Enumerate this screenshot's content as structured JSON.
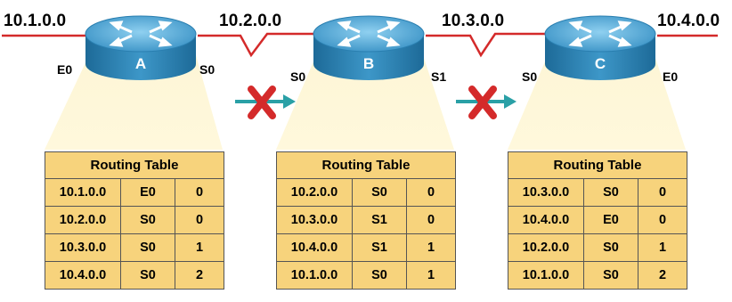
{
  "networks": [
    "10.1.0.0",
    "10.2.0.0",
    "10.3.0.0",
    "10.4.0.0"
  ],
  "routers": [
    {
      "name": "A",
      "left_interface": "E0",
      "right_interface": "S0",
      "table": {
        "title": "Routing Table",
        "rows": [
          {
            "net": "10.1.0.0",
            "iface": "E0",
            "hops": "0"
          },
          {
            "net": "10.2.0.0",
            "iface": "S0",
            "hops": "0"
          },
          {
            "net": "10.3.0.0",
            "iface": "S0",
            "hops": "1"
          },
          {
            "net": "10.4.0.0",
            "iface": "S0",
            "hops": "2"
          }
        ]
      }
    },
    {
      "name": "B",
      "left_interface": "S0",
      "right_interface": "S1",
      "table": {
        "title": "Routing Table",
        "rows": [
          {
            "net": "10.2.0.0",
            "iface": "S0",
            "hops": "0"
          },
          {
            "net": "10.3.0.0",
            "iface": "S1",
            "hops": "0"
          },
          {
            "net": "10.4.0.0",
            "iface": "S1",
            "hops": "1"
          },
          {
            "net": "10.1.0.0",
            "iface": "S0",
            "hops": "1"
          }
        ]
      }
    },
    {
      "name": "C",
      "left_interface": "S0",
      "right_interface": "E0",
      "table": {
        "title": "Routing Table",
        "rows": [
          {
            "net": "10.3.0.0",
            "iface": "S0",
            "hops": "0"
          },
          {
            "net": "10.4.0.0",
            "iface": "E0",
            "hops": "0"
          },
          {
            "net": "10.2.0.0",
            "iface": "S0",
            "hops": "1"
          },
          {
            "net": "10.1.0.0",
            "iface": "S0",
            "hops": "2"
          }
        ]
      }
    }
  ],
  "colors": {
    "router_body": "#2a7fb0",
    "router_top": "#6cb8e0",
    "link_line": "#d42a2a",
    "beam": "#fdf2c4",
    "table_fill": "#f7d37c",
    "blocked_x": "#d42a2a",
    "blocked_arrow": "#2aa0a6"
  },
  "icons": [
    "router-icon",
    "blocked-update-icon"
  ]
}
